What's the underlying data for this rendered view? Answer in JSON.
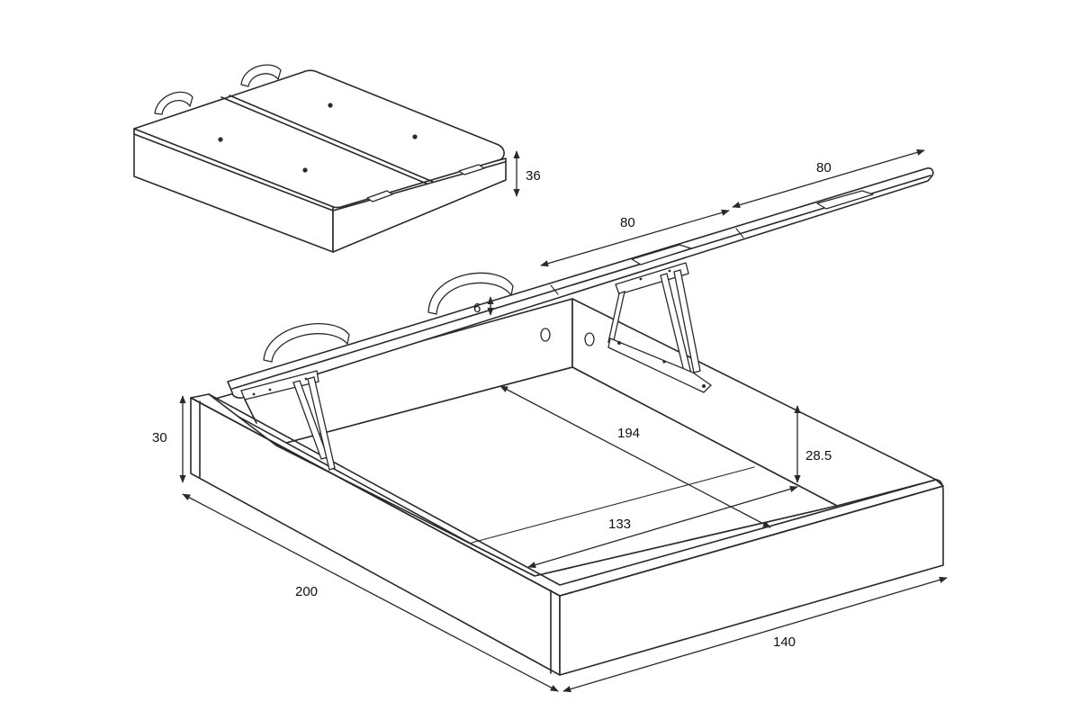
{
  "colors": {
    "line": "#2a2a2a",
    "background": "#ffffff",
    "text": "#111111"
  },
  "dimensions": {
    "mattress_height": "36",
    "top_left_lid": "80",
    "top_right_lid": "80",
    "lid_thickness": "6",
    "bed_height": "30",
    "inner_length": "194",
    "inner_depth": "28.5",
    "inner_width": "133",
    "outer_length": "200",
    "outer_width": "140"
  }
}
